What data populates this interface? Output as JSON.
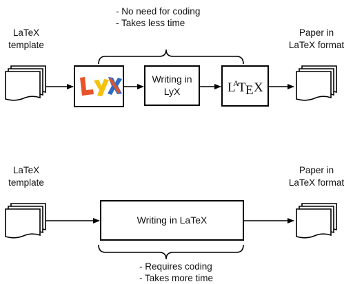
{
  "top": {
    "brace_notes": [
      "- No need for coding",
      "- Takes less time"
    ],
    "input_label": [
      "LaTeX",
      "template"
    ],
    "output_label": [
      "Paper in",
      "LaTeX format"
    ],
    "box_writing": [
      "Writing in",
      "LyX"
    ],
    "lyx_logo_text": "LyX",
    "latex_logo_text": "LATEX"
  },
  "bottom": {
    "input_label": [
      "LaTeX",
      "template"
    ],
    "output_label": [
      "Paper in",
      "LaTeX format"
    ],
    "box_writing": "Writing in LaTeX",
    "brace_notes": [
      "- Requires coding",
      "- Takes more time"
    ]
  },
  "colors": {
    "lyx_orange": "#e8532a",
    "lyx_yellow": "#f4c20d",
    "lyx_blue": "#2d6bc4"
  }
}
